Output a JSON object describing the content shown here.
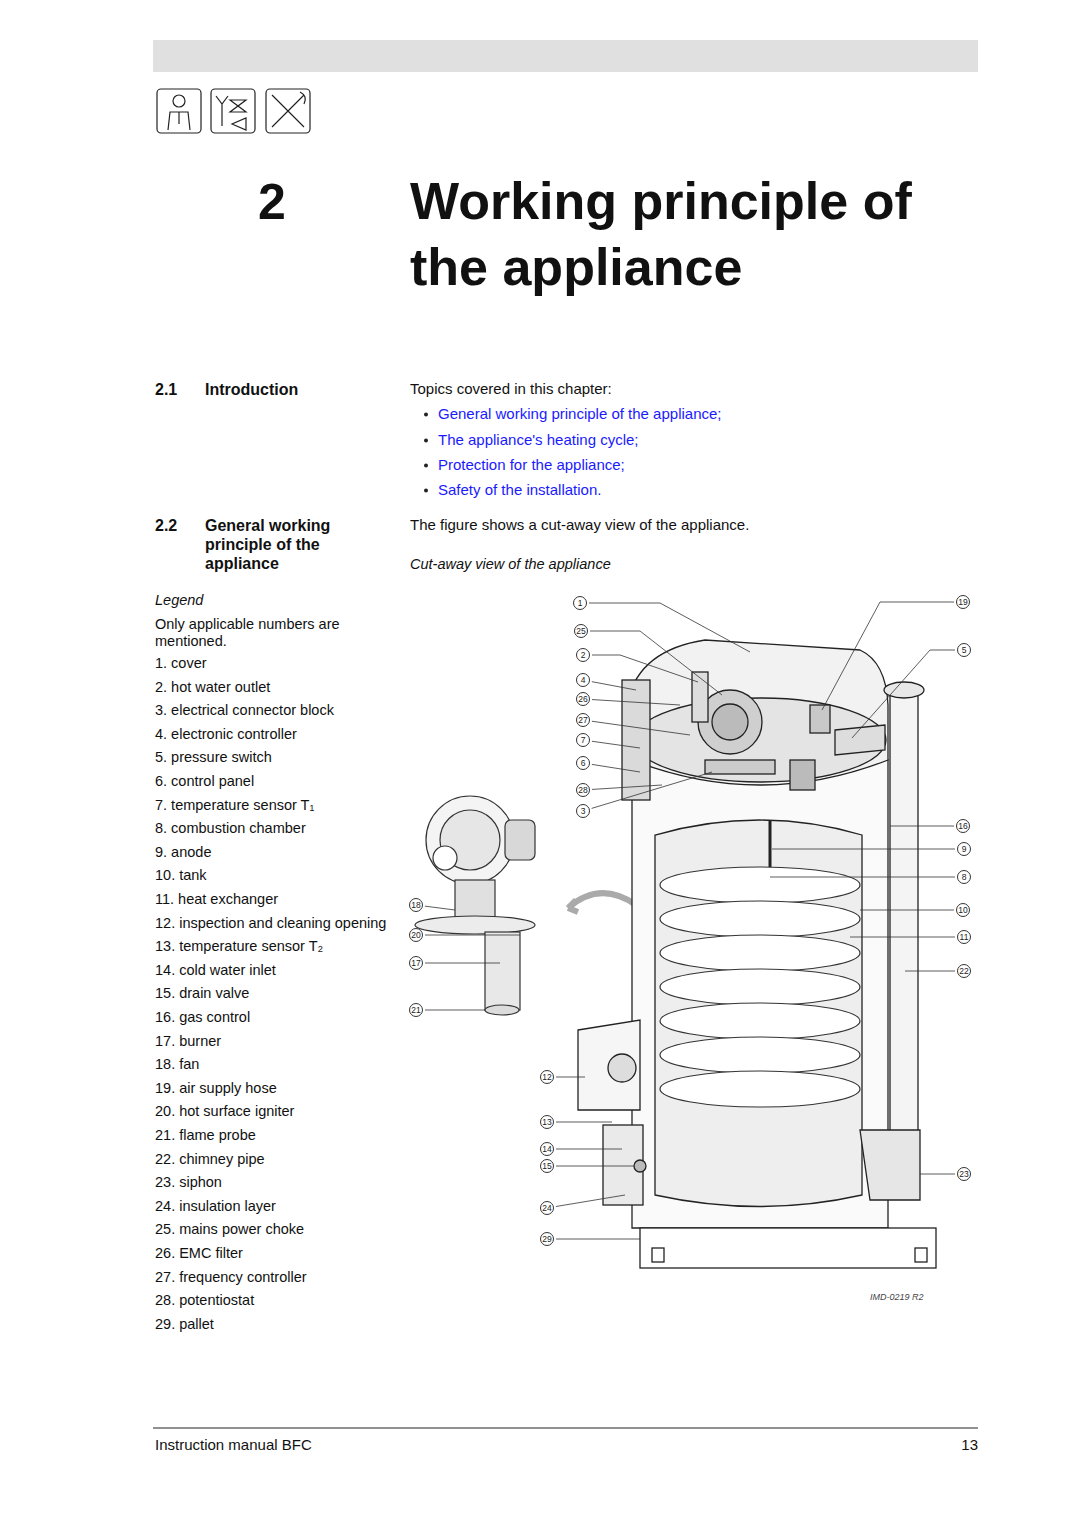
{
  "diagram": {
    "title": "Working principle of the appliance",
    "caption": "Cut-away view of the appliance",
    "nodes": [
      {
        "text": [
          "1"
        ]
      },
      {
        "text": [
          "19"
        ]
      },
      {
        "text": [
          "25"
        ]
      },
      {
        "text": [
          "5"
        ]
      },
      {
        "text": [
          "2"
        ]
      },
      {
        "text": [
          "4"
        ]
      },
      {
        "text": [
          "26"
        ]
      },
      {
        "text": [
          "27"
        ]
      },
      {
        "text": [
          "7"
        ]
      },
      {
        "text": [
          "6"
        ]
      },
      {
        "text": [
          "28"
        ]
      },
      {
        "text": [
          "3"
        ]
      },
      {
        "text": [
          "16"
        ]
      },
      {
        "text": [
          "9"
        ]
      },
      {
        "text": [
          "8"
        ]
      },
      {
        "text": [
          "18"
        ]
      },
      {
        "text": [
          "10"
        ]
      },
      {
        "text": [
          "20"
        ]
      },
      {
        "text": [
          "11"
        ]
      },
      {
        "text": [
          "17"
        ]
      },
      {
        "text": [
          "22"
        ]
      },
      {
        "text": [
          "21"
        ]
      },
      {
        "text": [
          "12"
        ]
      },
      {
        "text": [
          "13"
        ]
      },
      {
        "text": [
          "14"
        ]
      },
      {
        "text": [
          "15"
        ]
      },
      {
        "text": [
          "23"
        ]
      },
      {
        "text": [
          "24"
        ]
      },
      {
        "text": [
          "29"
        ]
      }
    ],
    "labels": [
      "2",
      "2.1",
      "Introduction",
      "Topics covered in this chapter:",
      "General working principle of the appliance;",
      "The appliance's heating cycle;",
      "Protection for the appliance;",
      "Safety of the installation.",
      "2.2",
      "General working principle of the appliance",
      "The figure shows a cut-away view of the appliance.",
      "Legend",
      "Only applicable numbers are mentioned.",
      "1. cover",
      "2. hot water outlet",
      "3. electrical connector block",
      "4. electronic controller",
      "5. pressure switch",
      "6. control panel",
      "7. temperature sensor T₁",
      "8. combustion chamber",
      "9. anode",
      "10. tank",
      "11. heat exchanger",
      "12. inspection and cleaning opening",
      "13. temperature sensor T₂",
      "14. cold water inlet",
      "15. drain valve",
      "16. gas control",
      "17. burner",
      "18. fan",
      "19. air supply hose",
      "20. hot surface igniter",
      "21. flame probe",
      "22. chimney pipe",
      "23. siphon",
      "24. insulation layer",
      "25. mains power choke",
      "26. EMC filter",
      "27. frequency controller",
      "28. potentiostat",
      "29. pallet",
      "IMD-0219 R2",
      "Instruction manual BFC",
      "13"
    ]
  }
}
